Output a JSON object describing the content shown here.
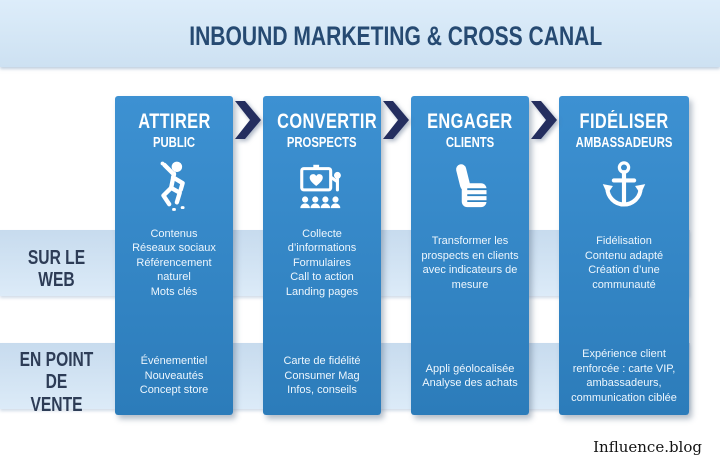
{
  "title": "INBOUND MARKETING & CROSS CANAL",
  "credit": "Influence.blog",
  "rows": {
    "web": {
      "label": "SUR LE WEB"
    },
    "store": {
      "label": "EN POINT DE\nVENTE"
    }
  },
  "columns": [
    {
      "title": "ATTIRER",
      "subtitle": "PUBLIC",
      "icon": "jumping-person-icon",
      "web": "Contenus\nRéseaux sociaux\nRéférencement naturel\nMots clés",
      "store": "Événementiel\nNouveautés\nConcept store"
    },
    {
      "title": "CONVERTIR",
      "subtitle": "PROSPECTS",
      "icon": "presentation-audience-icon",
      "web": "Collecte d’informations\nFormulaires\nCall to action\nLanding pages",
      "store": "Carte de fidélité\nConsumer Mag\nInfos, conseils"
    },
    {
      "title": "ENGAGER",
      "subtitle": "CLIENTS",
      "icon": "thumbs-up-icon",
      "web": "Transformer les\nprospects en clients\navec indicateurs de\nmesure",
      "store": "Appli géolocalisée\nAnalyse des achats"
    },
    {
      "title": "FIDÉLISER",
      "subtitle": "AMBASSADEURS",
      "icon": "anchor-icon",
      "web": "Fidélisation\nContenu adapté\nCréation d’une\ncommunauté",
      "store": "Expérience client\nrenforcée : carte VIP,\nambassadeurs,\ncommunication ciblée"
    }
  ],
  "colors": {
    "column_blue_top": "#3D91D2",
    "column_blue_bottom": "#2C7CBA",
    "band_blue": "#CDE0F1",
    "header_band_blue": "#D5E7F6",
    "arrow_navy": "#242E5F",
    "title_navy": "#264A72",
    "row_label_navy": "#2D3C56",
    "background": "#FFFFFF"
  }
}
